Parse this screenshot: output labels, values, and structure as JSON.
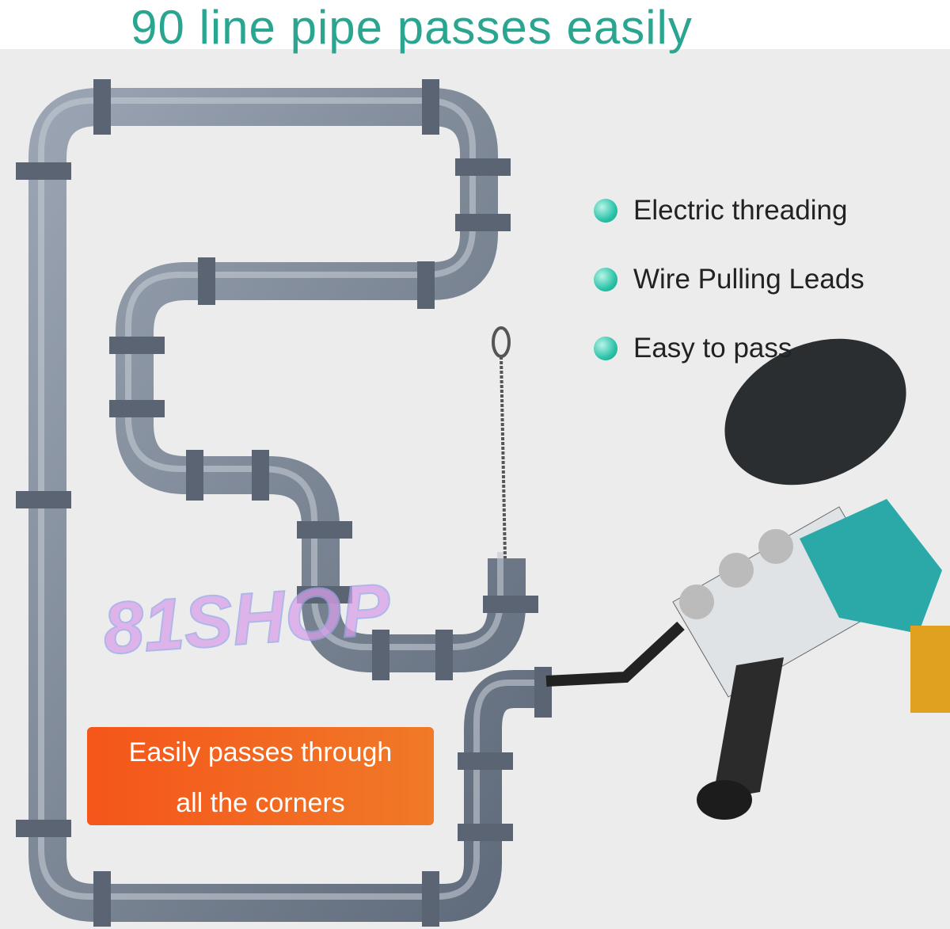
{
  "title": "90 line pipe passes easily",
  "features": [
    "Electric threading",
    "Wire Pulling Leads",
    "Easy to pass"
  ],
  "callout": {
    "line1": "Easily passes through",
    "line2": "all the corners"
  },
  "watermark": "81SHOP",
  "colors": {
    "title": "#2aa58f",
    "bullet": "#2cc3a8",
    "callout": "#f5551a",
    "pipe": "#7b8696"
  }
}
